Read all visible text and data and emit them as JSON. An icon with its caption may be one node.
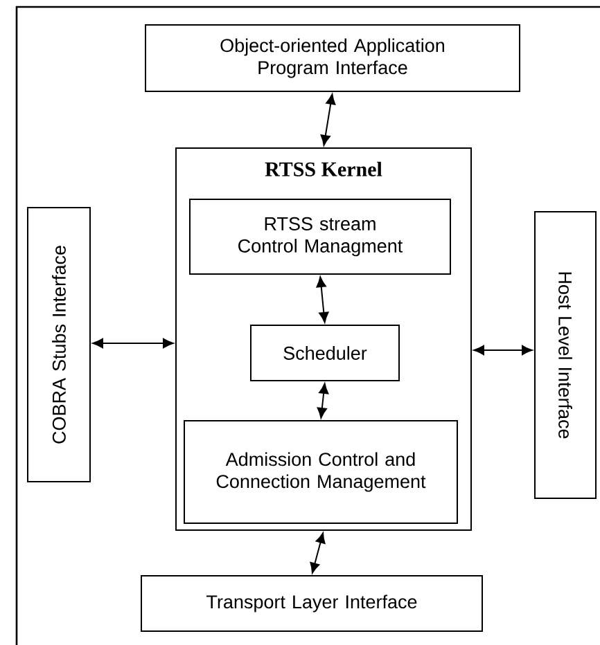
{
  "diagram": {
    "nodes": [
      {
        "text": [
          "Object-oriented Application Program Interface"
        ]
      },
      {
        "text": [
          "RTSS Kernel"
        ]
      },
      {
        "text": [
          "RTSS stream Control Managment"
        ],
        "in": 1
      },
      {
        "text": [
          "Scheduler"
        ],
        "in": 1
      },
      {
        "text": [
          "Admission Control and Connection Management"
        ],
        "in": 1
      },
      {
        "text": [
          "COBRA Stubs Interface"
        ]
      },
      {
        "text": [
          "Host Level Interface"
        ]
      },
      {
        "text": [
          "Transport Layer Interface"
        ]
      }
    ],
    "edges": [
      {
        "from": 0,
        "to": 1,
        "arrow": "both"
      },
      {
        "from": 2,
        "to": 3,
        "arrow": "both"
      },
      {
        "from": 3,
        "to": 4,
        "arrow": "both"
      },
      {
        "from": 1,
        "to": 7,
        "arrow": "both"
      },
      {
        "from": 5,
        "to": 1,
        "arrow": "both"
      },
      {
        "from": 1,
        "to": 6,
        "arrow": "both"
      }
    ]
  }
}
